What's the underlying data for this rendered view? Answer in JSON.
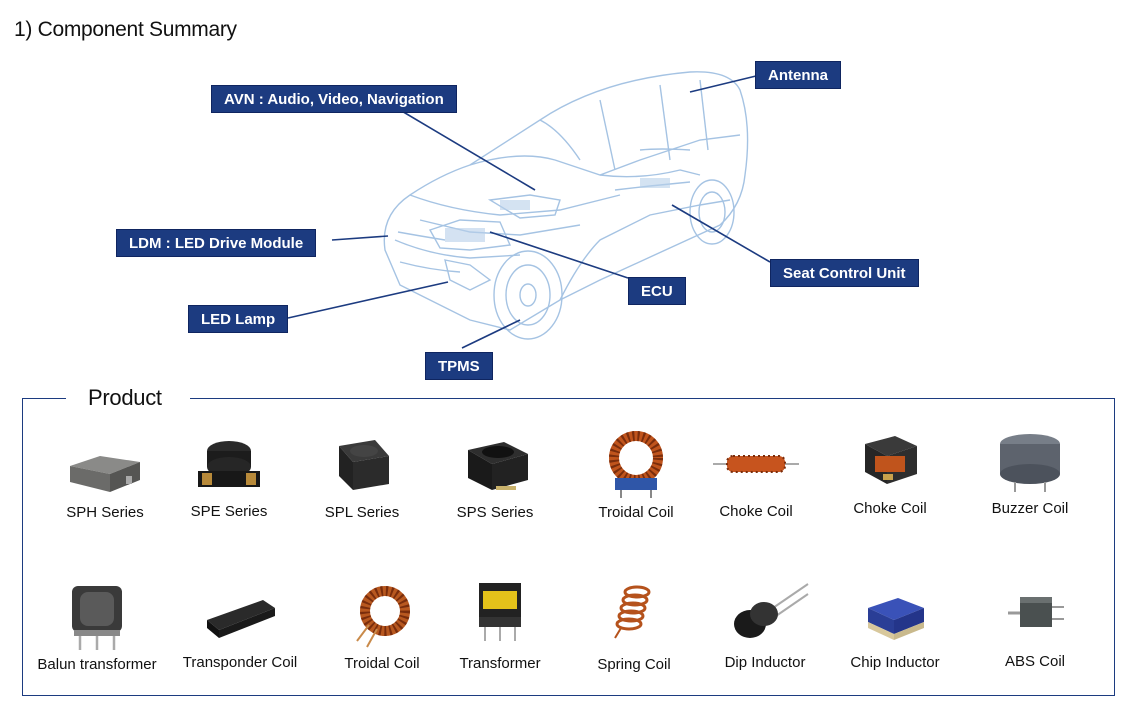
{
  "heading": "1) Component Summary",
  "callouts": {
    "avn": "AVN : Audio, Video, Navigation",
    "antenna": "Antenna",
    "ldm": "LDM : LED Drive Module",
    "seat": "Seat Control Unit",
    "ecu": "ECU",
    "led_lamp": "LED Lamp",
    "tpms": "TPMS"
  },
  "product_title": "Product",
  "products": [
    {
      "label": "SPH Series",
      "icon": "sph-inductor-icon"
    },
    {
      "label": "SPE Series",
      "icon": "spe-inductor-icon"
    },
    {
      "label": "SPL Series",
      "icon": "spl-inductor-icon"
    },
    {
      "label": "SPS Series",
      "icon": "sps-inductor-icon"
    },
    {
      "label": "Troidal Coil",
      "icon": "troidal-coil-icon"
    },
    {
      "label": "Choke Coil",
      "icon": "choke-coil-icon"
    },
    {
      "label": "Choke Coil",
      "icon": "choke-coil-smd-icon"
    },
    {
      "label": "Buzzer Coil",
      "icon": "buzzer-coil-icon"
    },
    {
      "label": "Balun transformer",
      "icon": "balun-transformer-icon"
    },
    {
      "label": "Transponder Coil",
      "icon": "transponder-coil-icon"
    },
    {
      "label": "Troidal Coil",
      "icon": "troidal-coil-icon"
    },
    {
      "label": "Transformer",
      "icon": "transformer-icon"
    },
    {
      "label": "Spring Coil",
      "icon": "spring-coil-icon"
    },
    {
      "label": "Dip Inductor",
      "icon": "dip-inductor-icon"
    },
    {
      "label": "Chip Inductor",
      "icon": "chip-inductor-icon"
    },
    {
      "label": "ABS Coil",
      "icon": "abs-coil-icon"
    }
  ],
  "colors": {
    "accent": "#1c3b80",
    "wireframe": "#8fb3d9"
  }
}
